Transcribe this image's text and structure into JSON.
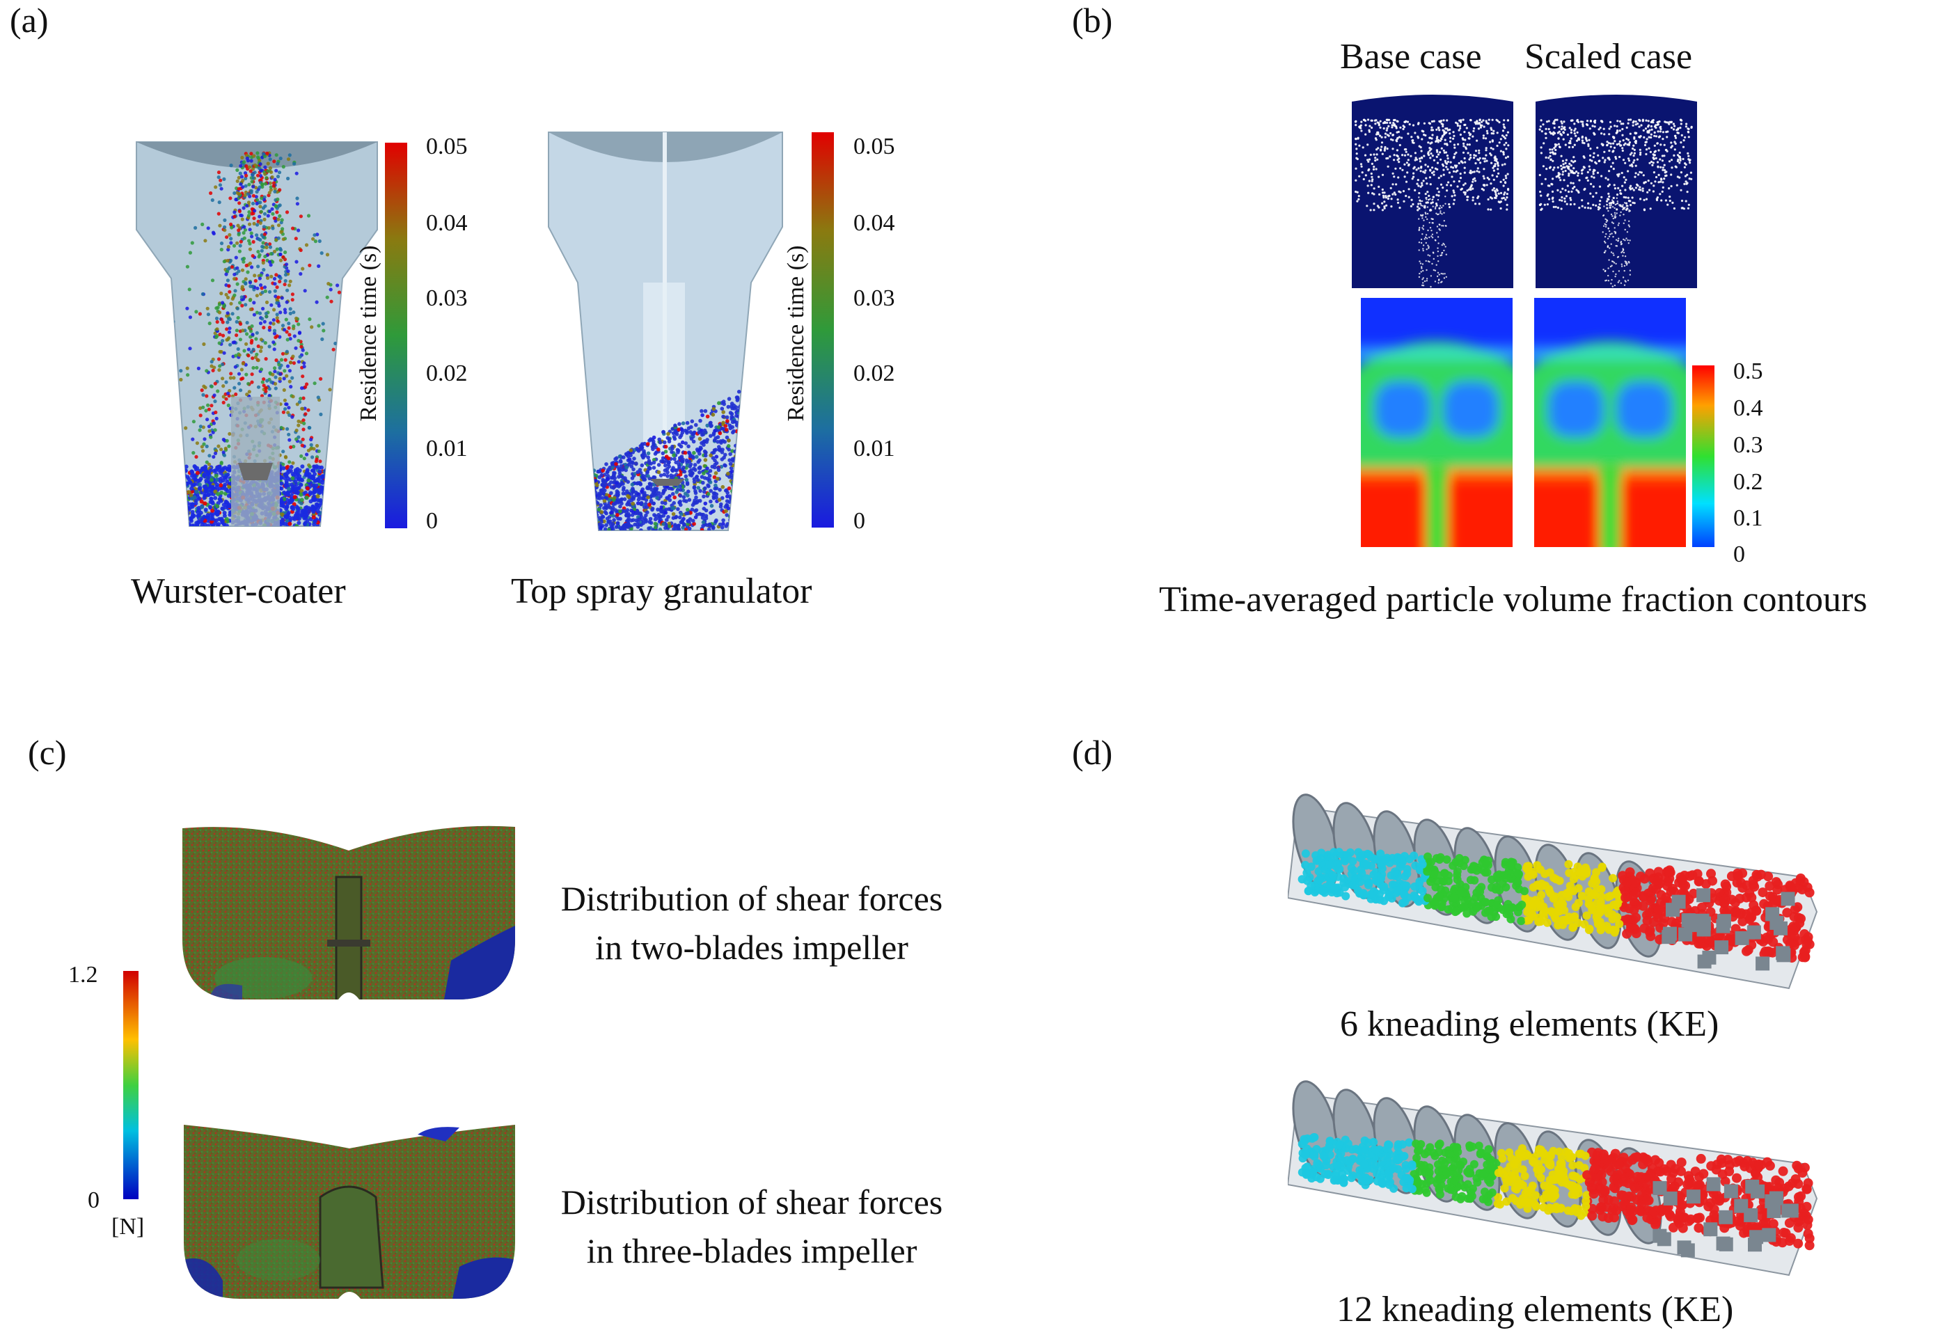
{
  "panels": {
    "a": {
      "letter": "(a)",
      "colorbar_title": "Residence time (s)",
      "colorbar_ticks": [
        "0.05",
        "0.04",
        "0.03",
        "0.02",
        "0.01",
        "0"
      ],
      "captions": [
        "Wurster-coater",
        "Top spray granulator"
      ]
    },
    "b": {
      "letter": "(b)",
      "column_titles": [
        "Base case",
        "Scaled case"
      ],
      "colorbar_ticks": [
        "0.5",
        "0.4",
        "0.3",
        "0.2",
        "0.1",
        "0"
      ],
      "caption": "Time-averaged particle volume fraction contours"
    },
    "c": {
      "letter": "(c)",
      "colorbar_ticks": [
        "1.2",
        "0"
      ],
      "colorbar_unit": "[N]",
      "captions": [
        [
          "Distribution of shear forces",
          "in two-blades impeller"
        ],
        [
          "Distribution of shear forces",
          "in three-blades impeller"
        ]
      ]
    },
    "d": {
      "letter": "(d)",
      "captions": [
        "6 kneading elements (KE)",
        "12 kneading elements (KE)"
      ]
    }
  },
  "colors": {
    "colorbar_a": [
      "#e10000",
      "#8a7a10",
      "#2f9a3a",
      "#1d6fa0",
      "#1a1ae0"
    ],
    "colorbar_b": [
      "#ff0000",
      "#ffa000",
      "#30e030",
      "#00e0ff",
      "#0040ff"
    ],
    "colorbar_c": [
      "#d00000",
      "#ffc000",
      "#40d040",
      "#00c0e0",
      "#0000c0"
    ],
    "vessel_fill": "#b8cfe0",
    "dark_navy": "#0a1470",
    "particle_red": "#e82020",
    "particle_yellow": "#e6d800",
    "particle_green": "#2fc82f",
    "particle_cyan": "#1ec8e0"
  }
}
